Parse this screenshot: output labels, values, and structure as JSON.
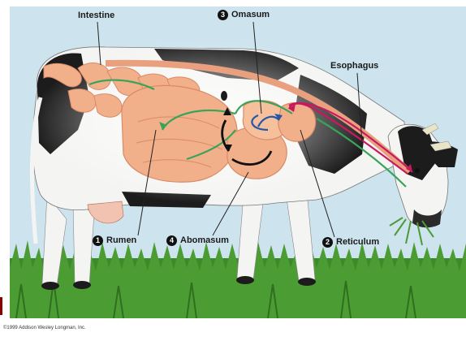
{
  "labels": {
    "intestine": "Intestine",
    "omasum": "Omasum",
    "omasum_num": "3",
    "esophagus": "Esophagus",
    "rumen": "Rumen",
    "rumen_num": "1",
    "abomasum": "Abomasum",
    "abomasum_num": "4",
    "reticulum": "Reticulum",
    "reticulum_num": "2"
  },
  "copyright": "©1999 Addison Wesley Longman, Inc.",
  "colors": {
    "sky": "#cde4ee",
    "grass": "#3d8a2a",
    "cow_black": "#1c1c1c",
    "cow_white": "#f4f4f2",
    "organ": "#f2b08a",
    "organ_dark": "#d98a66",
    "path_green": "#3aa35a",
    "path_magenta": "#c8195e",
    "path_blue": "#2457a8",
    "leader": "#222222"
  }
}
